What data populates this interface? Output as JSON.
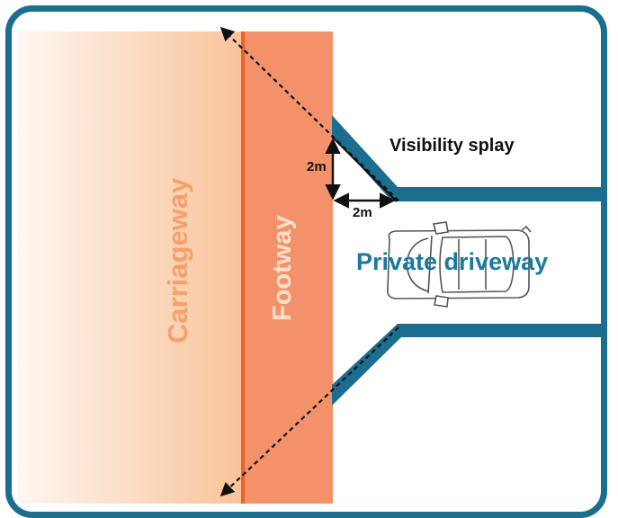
{
  "labels": {
    "carriageway": "Carriageway",
    "footway": "Footway",
    "visibility_splay": "Visibility splay",
    "private_driveway": "Private driveway",
    "dim_vertical": "2m",
    "dim_horizontal": "2m"
  },
  "colors": {
    "frame": "#1a6e8e",
    "kerb": "#1b6e8f",
    "footway": "#f3926a",
    "footway_edge": "#ea6130",
    "carriageway_from": "#fef5ef",
    "carriageway_to": "#f9c8a2",
    "driveway_text": "#1b7a9e"
  },
  "icons": [
    "car-icon",
    "arrow-icon"
  ]
}
